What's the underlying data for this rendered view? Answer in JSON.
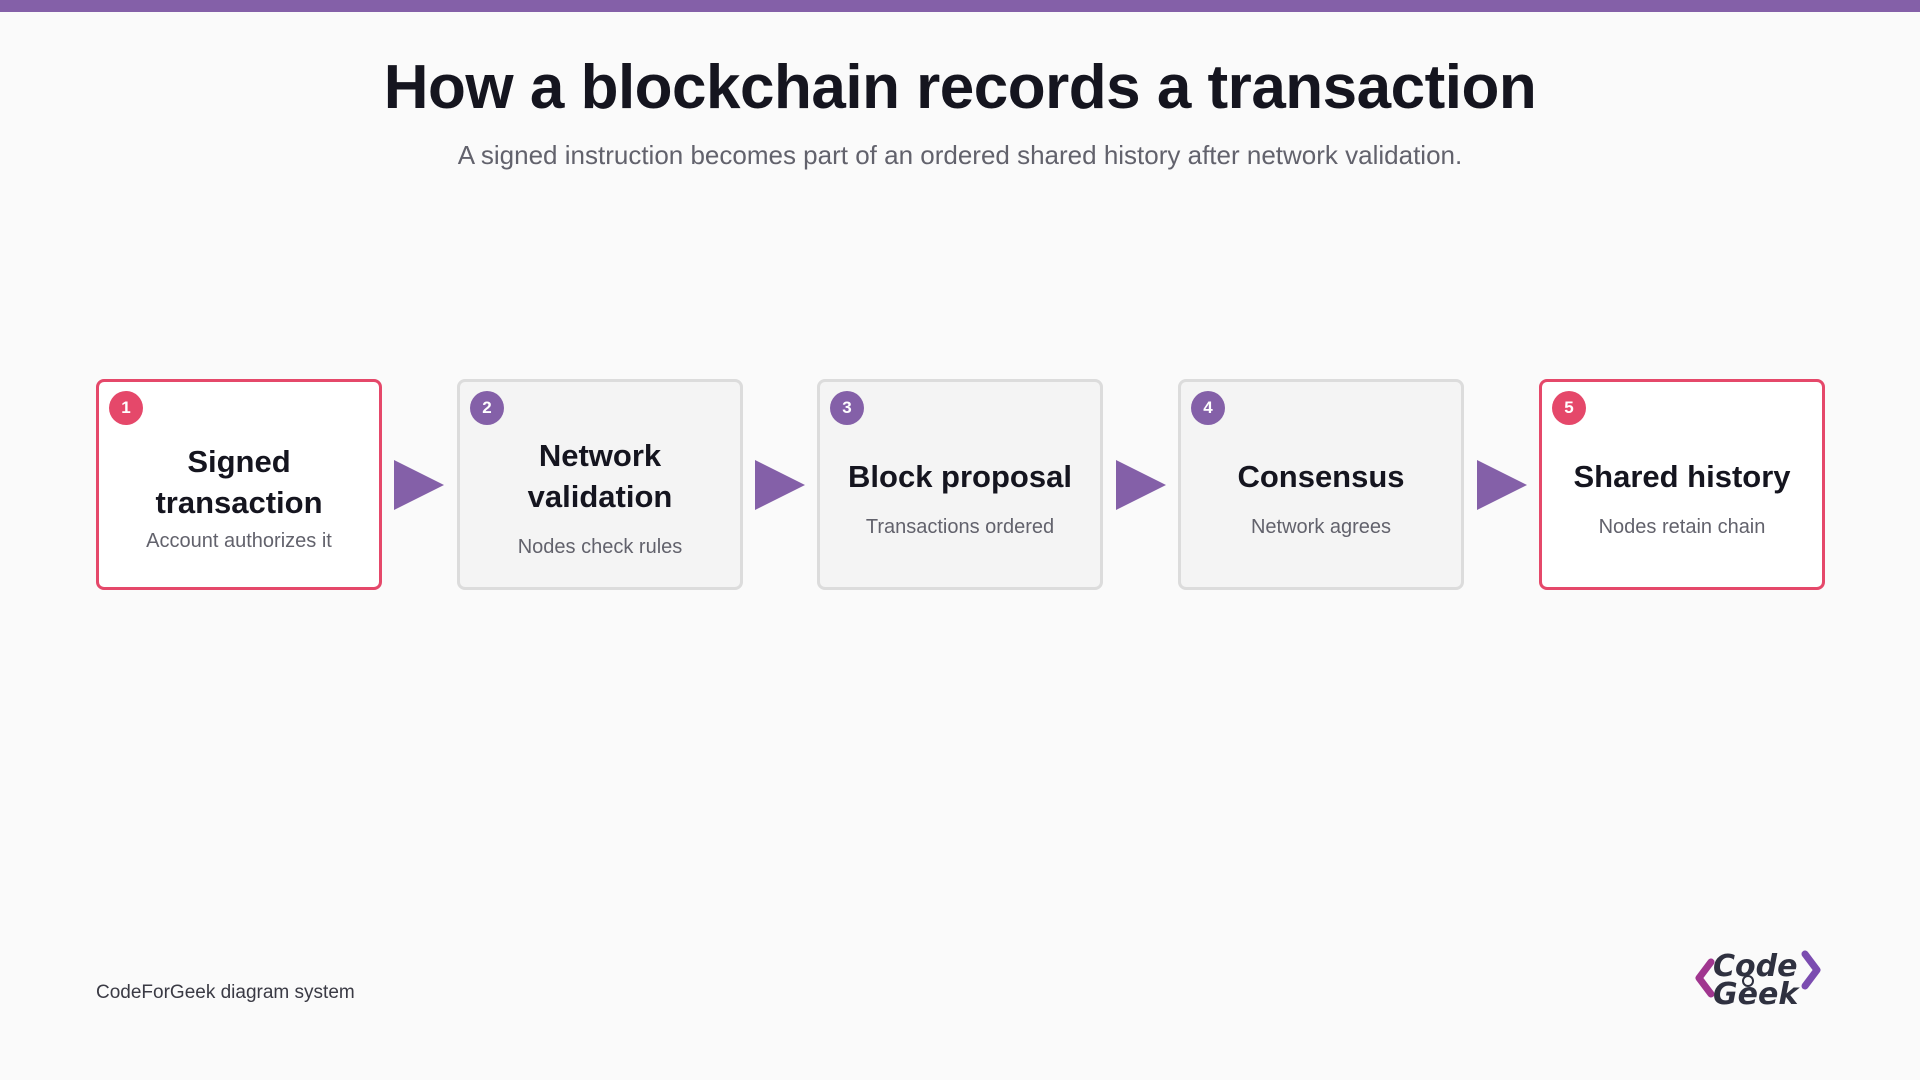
{
  "header": {
    "title": "How a blockchain records a transaction",
    "subtitle": "A signed instruction becomes part of an ordered shared history after network validation."
  },
  "steps": [
    {
      "number": "1",
      "title": "Signed transaction",
      "subtitle": "Account authorizes it",
      "highlighted": true
    },
    {
      "number": "2",
      "title": "Network validation",
      "subtitle": "Nodes check rules",
      "highlighted": false
    },
    {
      "number": "3",
      "title": "Block proposal",
      "subtitle": "Transactions ordered",
      "highlighted": false
    },
    {
      "number": "4",
      "title": "Consensus",
      "subtitle": "Network agrees",
      "highlighted": false
    },
    {
      "number": "5",
      "title": "Shared history",
      "subtitle": "Nodes retain chain",
      "highlighted": true
    }
  ],
  "footer": {
    "caption": "CodeForGeek diagram system",
    "logo_line1": "Code",
    "logo_line2": "Geek"
  },
  "colors": {
    "accent_purple": "#8460a8",
    "accent_pink": "#e5486a",
    "box_fill": "#f4f4f4",
    "box_border": "#dcdcdc",
    "background": "#fafafa"
  }
}
